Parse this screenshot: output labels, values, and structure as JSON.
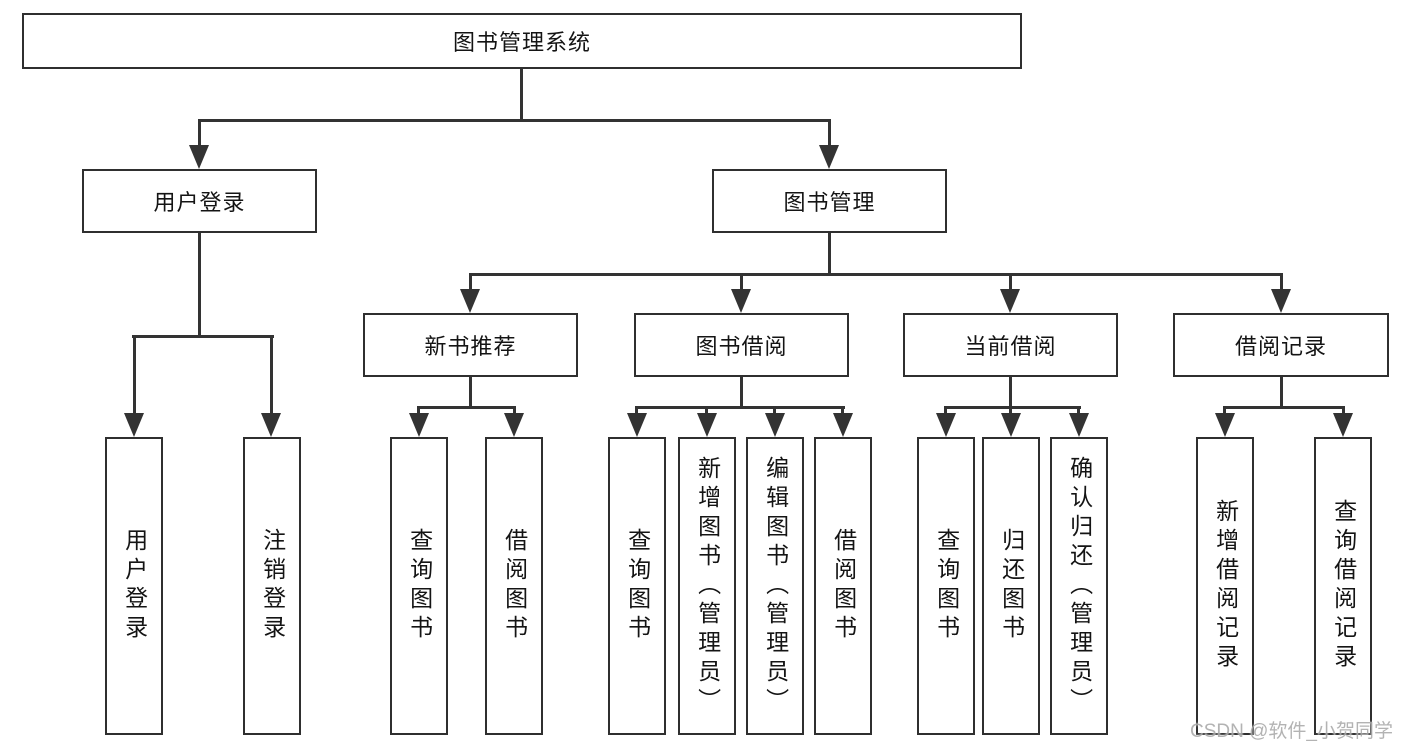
{
  "colors": {
    "background": "#ffffff",
    "line": "#333333",
    "box_border": "#2f2f2f",
    "text": "#141414",
    "watermark": "#ababab"
  },
  "diagram": {
    "title": "图书管理系统",
    "watermark": "CSDN @软件_小贺同学",
    "level2": [
      {
        "label": "用户登录"
      },
      {
        "label": "图书管理"
      }
    ],
    "level3": [
      {
        "label": "新书推荐"
      },
      {
        "label": "图书借阅"
      },
      {
        "label": "当前借阅"
      },
      {
        "label": "借阅记录"
      }
    ],
    "leaves": [
      {
        "label": "用户登录"
      },
      {
        "label": "注销登录"
      },
      {
        "label": "查询图书"
      },
      {
        "label": "借阅图书"
      },
      {
        "label": "查询图书"
      },
      {
        "label": "新增图书（管理员）"
      },
      {
        "label": "编辑图书（管理员）"
      },
      {
        "label": "借阅图书"
      },
      {
        "label": "查询图书"
      },
      {
        "label": "归还图书"
      },
      {
        "label": "确认归还（管理员）"
      },
      {
        "label": "新增借阅记录"
      },
      {
        "label": "查询借阅记录"
      }
    ]
  }
}
